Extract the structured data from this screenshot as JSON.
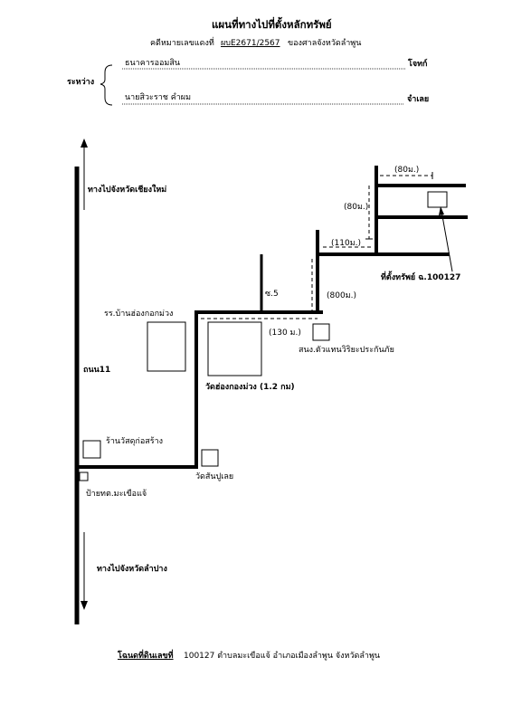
{
  "header": {
    "title": "แผนที่ทางไปที่ตั้งหลักทรัพย์",
    "case_prefix": "คดีหมายเลขแดงที่",
    "case_number": "ผบE2671/2567",
    "court": "ของศาลจังหวัดลำพูน",
    "between_label": "ระหว่าง",
    "plaintiff_name": "ธนาคารออมสิน",
    "plaintiff_role": "โจทก์",
    "defendant_name": "นายสิวะราช  คำผม",
    "defendant_role": "จำเลย"
  },
  "map": {
    "to_chiang_mai": "ทางไปจังหวัดเชียงใหม่",
    "to_lampang": "ทางไปจังหวัดลำปาง",
    "road_11": "ถนน11",
    "school": "รร.บ้านฮ่องกอกม่วง",
    "temple_hongkongmuang": "วัดฮ่องกองม่วง (1.2 กม)",
    "construction_shop": "ร้านวัสดุก่อสร้าง",
    "bus_stop": "ป้ายทต.มะเขือแจ้",
    "temple_sanpulei": "วัดสันปูเลย",
    "soi": "ซ.5",
    "distance_130": "(130 ม.)",
    "distance_800": "(800ม.)",
    "distance_110": "(110ม.)",
    "distance_80_top": "(80ม.)",
    "distance_80_side": "(80ม.)",
    "insurance_office": "สนง.ตัวแทนวิริยะประกันภัย",
    "property_location": "ที่ตั้งทรัพย์ ฉ.100127"
  },
  "footer": {
    "deed_label": "โฉนดที่ดินเลขที่",
    "deed_text": "100127  ตำบลมะเขือแจ้  อำเภอเมืองลำพูน  จังหวัดลำพูน"
  }
}
